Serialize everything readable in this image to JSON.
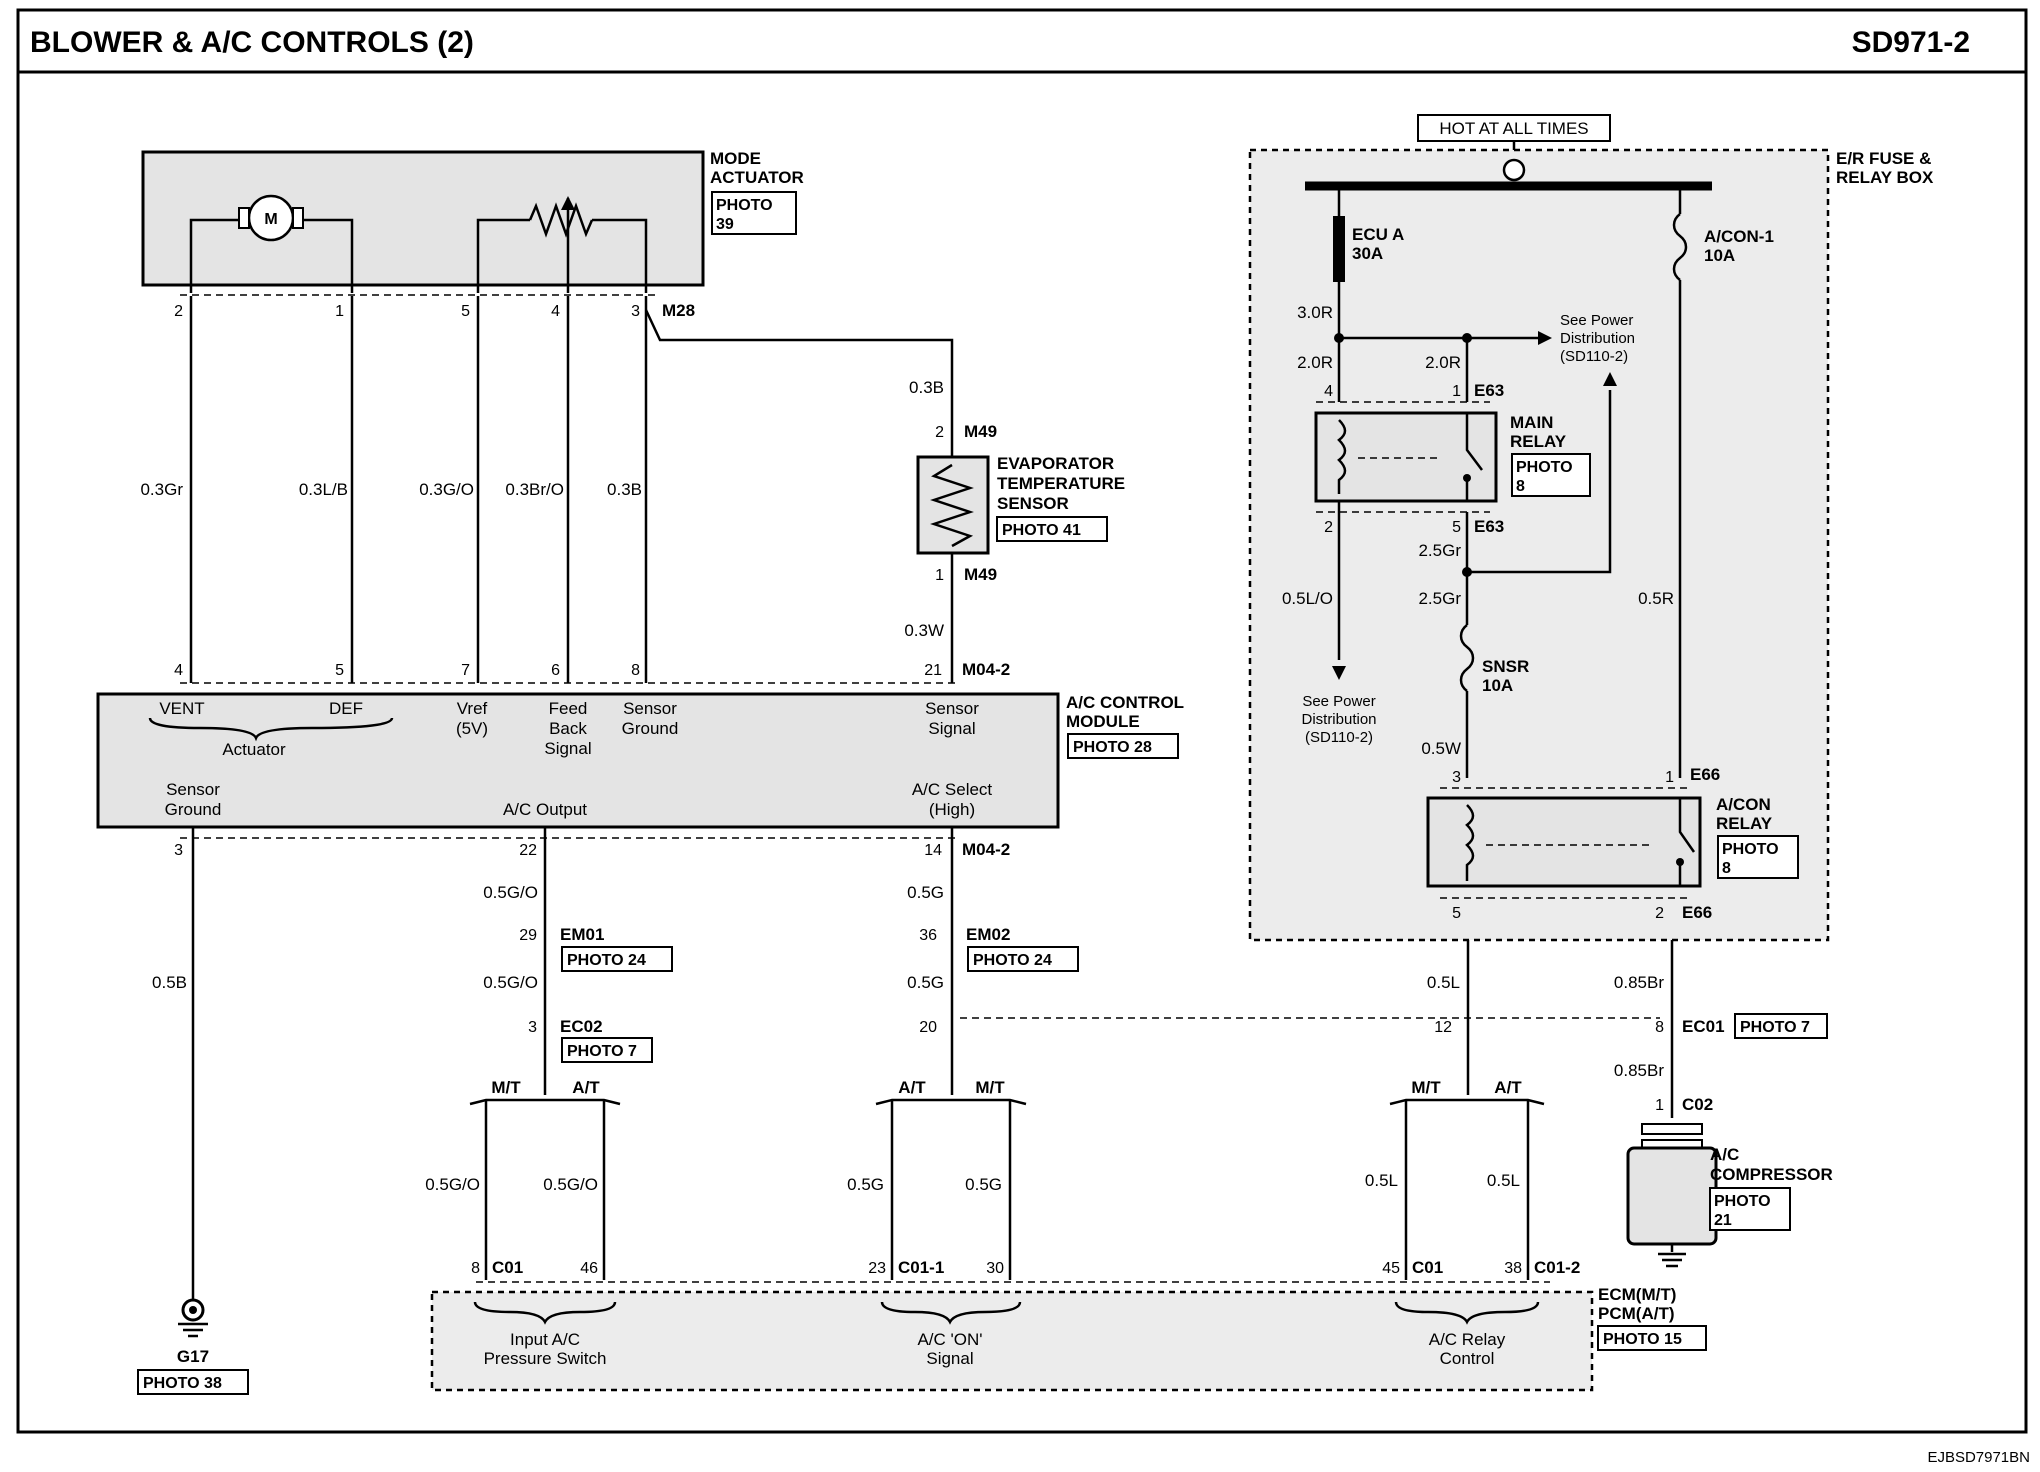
{
  "header": {
    "title": "BLOWER & A/C CONTROLS (2)",
    "code": "SD971-2"
  },
  "footer": {
    "doc_id": "EJBSD7971BN"
  },
  "mode_actuator": {
    "name_line1": "MODE",
    "name_line2": "ACTUATOR",
    "photo_line1": "PHOTO",
    "photo_line2": "39",
    "motor_symbol": "M",
    "connector": "M28",
    "pins": [
      "2",
      "1",
      "5",
      "4",
      "3"
    ]
  },
  "evaporator_sensor": {
    "name_line1": "EVAPORATOR",
    "name_line2": "TEMPERATURE",
    "name_line3": "SENSOR",
    "photo": "PHOTO 41",
    "top_pin": "2",
    "bottom_pin": "1",
    "connector": "M49",
    "wire_top": "0.3B",
    "wire_bottom": "0.3W"
  },
  "wires_upper": [
    "0.3Gr",
    "0.3L/B",
    "0.3G/O",
    "0.3Br/O",
    "0.3B"
  ],
  "ac_control_module": {
    "name_line1": "A/C CONTROL",
    "name_line2": "MODULE",
    "photo": "PHOTO 28",
    "top_pins": [
      "4",
      "5",
      "7",
      "6",
      "8",
      "21"
    ],
    "top_connector": "M04-2",
    "labels": {
      "vent": "VENT",
      "def": "DEF",
      "actuator": "Actuator",
      "vref1": "Vref",
      "vref2": "(5V)",
      "fb1": "Feed",
      "fb2": "Back",
      "fb3": "Signal",
      "sg1": "Sensor",
      "sg2": "Ground",
      "ss1": "Sensor",
      "ss2": "Signal",
      "sgnd1": "Sensor",
      "sgnd2": "Ground",
      "out": "A/C Output",
      "sel1": "A/C Select",
      "sel2": "(High)"
    },
    "bottom_pins": [
      "3",
      "22",
      "14"
    ],
    "bottom_connector": "M04-2"
  },
  "left_ground": {
    "wire": "0.5B",
    "ground": "G17",
    "photo": "PHOTO 38"
  },
  "ac_output_branch": {
    "wire1": "0.5G/O",
    "pin1": "29",
    "conn1": "EM01",
    "photo1": "PHOTO 24",
    "wire2": "0.5G/O",
    "pin2": "3",
    "conn2": "EC02",
    "photo2": "PHOTO 7",
    "mt": "M/T",
    "at": "A/T",
    "wire_mt": "0.5G/O",
    "wire_at": "0.5G/O"
  },
  "ac_select_branch": {
    "wire1": "0.5G",
    "pin1": "36",
    "conn1": "EM02",
    "photo1": "PHOTO 24",
    "wire2": "0.5G",
    "pin2": "20",
    "at": "A/T",
    "mt": "M/T",
    "wire_at": "0.5G",
    "wire_mt": "0.5G"
  },
  "relay_branch": {
    "wire": "0.5L",
    "pin": "12",
    "mt": "M/T",
    "at": "A/T",
    "wire_mt": "0.5L",
    "wire_at": "0.5L"
  },
  "compressor": {
    "wire1": "0.85Br",
    "pin1": "8",
    "conn1": "EC01",
    "photo1": "PHOTO 7",
    "wire2": "0.85Br",
    "pin2": "1",
    "conn2": "C02",
    "name_line1": "A/C",
    "name_line2": "COMPRESSOR",
    "photo_line1": "PHOTO",
    "photo_line2": "21"
  },
  "ecm": {
    "name_line1": "ECM(M/T)",
    "name_line2": "PCM(A/T)",
    "photo": "PHOTO 15",
    "pins": {
      "p8": "8",
      "c01": "C01",
      "p46": "46",
      "p23": "23",
      "c011": "C01-1",
      "p30": "30",
      "p45": "45",
      "c01b": "C01",
      "p38": "38",
      "c012": "C01-2"
    },
    "labels": {
      "in1": "Input A/C",
      "in2": "Pressure Switch",
      "on1": "A/C 'ON'",
      "on2": "Signal",
      "rc1": "A/C Relay",
      "rc2": "Control"
    }
  },
  "fuse_box": {
    "hot": "HOT AT ALL TIMES",
    "name_line1": "E/R FUSE &",
    "name_line2": "RELAY BOX",
    "fuse1_line1": "ECU A",
    "fuse1_line2": "30A",
    "fuse2_line1": "A/CON-1",
    "fuse2_line2": "10A",
    "wire_30r": "3.0R",
    "wire_20r_a": "2.0R",
    "wire_20r_b": "2.0R",
    "see_pd_top_1": "See Power",
    "see_pd_top_2": "Distribution",
    "see_pd_top_3": "(SD110-2)",
    "main_relay_1": "MAIN",
    "main_relay_2": "RELAY",
    "main_photo_1": "PHOTO",
    "main_photo_2": "8",
    "mr_pin4": "4",
    "mr_pin1": "1",
    "mr_conn_top": "E63",
    "mr_pin2": "2",
    "mr_pin5": "5",
    "mr_conn_bot": "E63",
    "wire_25gr_a": "2.5Gr",
    "wire_25gr_b": "2.5Gr",
    "wire_05lo": "0.5L/O",
    "wire_05r": "0.5R",
    "see_pd_bot_1": "See Power",
    "see_pd_bot_2": "Distribution",
    "see_pd_bot_3": "(SD110-2)",
    "snsr_1": "SNSR",
    "snsr_2": "10A",
    "wire_05w": "0.5W",
    "acr_pin3": "3",
    "acr_pin1": "1",
    "acr_conn_top": "E66",
    "acr_1": "A/CON",
    "acr_2": "RELAY",
    "acr_photo_1": "PHOTO",
    "acr_photo_2": "8",
    "acr_pin5": "5",
    "acr_pin2": "2",
    "acr_conn_bot": "E66"
  }
}
